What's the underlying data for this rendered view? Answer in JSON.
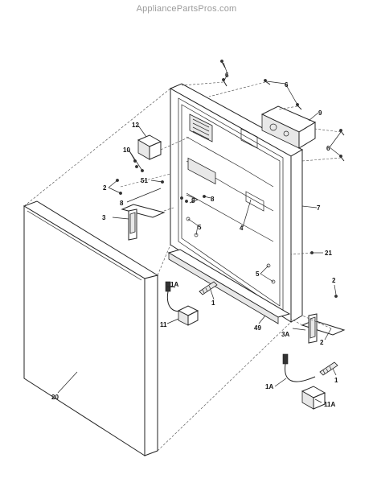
{
  "watermark": "AppliancePartsPros.com",
  "callouts": {
    "c6a": "6",
    "c6b": "6",
    "c6c": "6",
    "c9": "9",
    "c12": "12",
    "c10": "10",
    "c2a": "2",
    "c51": "51",
    "c8a": "8",
    "c8b": "8",
    "c8c": "8",
    "c7": "7",
    "c3": "3",
    "c4": "4",
    "c5a": "5",
    "c5b": "5",
    "c21": "21",
    "c2b": "2",
    "c2c": "2",
    "c1Aa": "1A",
    "c1a": "1",
    "c11": "11",
    "c49": "49",
    "c3A": "3A",
    "c20": "20",
    "c1Ab": "1A",
    "c1b": "1",
    "c11A": "11A"
  }
}
